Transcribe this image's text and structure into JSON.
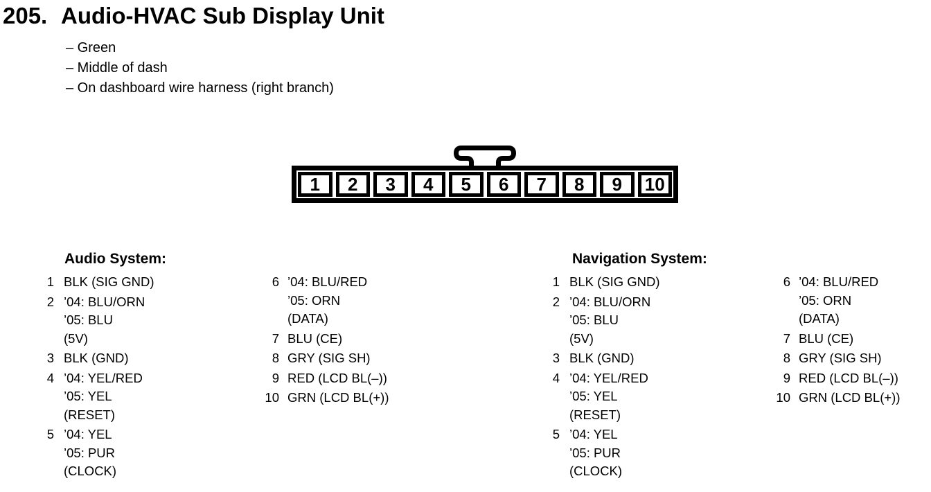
{
  "colors": {
    "background": "#ffffff",
    "text": "#000000",
    "line": "#000000"
  },
  "header": {
    "number": "205.",
    "title": "Audio-HVAC Sub Display Unit",
    "notes": [
      "– Green",
      "– Middle of dash",
      "– On dashboard wire harness (right branch)"
    ]
  },
  "connector": {
    "pins": [
      "1",
      "2",
      "3",
      "4",
      "5",
      "6",
      "7",
      "8",
      "9",
      "10"
    ]
  },
  "audio_system": {
    "title": "Audio System:",
    "columns": [
      [
        {
          "num": "1",
          "lines": [
            "BLK (SIG GND)"
          ]
        },
        {
          "num": "2",
          "lines": [
            "’04: BLU/ORN",
            "’05: BLU",
            "(5V)"
          ]
        },
        {
          "num": "3",
          "lines": [
            "BLK (GND)"
          ]
        },
        {
          "num": "4",
          "lines": [
            "’04: YEL/RED",
            "’05: YEL",
            "(RESET)"
          ]
        },
        {
          "num": "5",
          "lines": [
            "’04: YEL",
            "’05: PUR",
            "(CLOCK)"
          ]
        }
      ],
      [
        {
          "num": "6",
          "lines": [
            "’04: BLU/RED",
            "’05: ORN",
            "(DATA)"
          ]
        },
        {
          "num": "7",
          "lines": [
            "BLU (CE)"
          ]
        },
        {
          "num": "8",
          "lines": [
            "GRY (SIG SH)"
          ]
        },
        {
          "num": "9",
          "lines": [
            "RED (LCD BL(–))"
          ]
        },
        {
          "num": "10",
          "lines": [
            "GRN (LCD BL(+))"
          ]
        }
      ]
    ]
  },
  "navigation_system": {
    "title": "Navigation System:",
    "columns": [
      [
        {
          "num": "1",
          "lines": [
            "BLK (SIG GND)"
          ]
        },
        {
          "num": "2",
          "lines": [
            "’04: BLU/ORN",
            "’05: BLU",
            "(5V)"
          ]
        },
        {
          "num": "3",
          "lines": [
            "BLK (GND)"
          ]
        },
        {
          "num": "4",
          "lines": [
            "’04: YEL/RED",
            "’05: YEL",
            "(RESET)"
          ]
        },
        {
          "num": "5",
          "lines": [
            "’04: YEL",
            "’05: PUR",
            "(CLOCK)"
          ]
        }
      ],
      [
        {
          "num": "6",
          "lines": [
            "’04: BLU/RED",
            "’05: ORN",
            "(DATA)"
          ]
        },
        {
          "num": "7",
          "lines": [
            "BLU (CE)"
          ]
        },
        {
          "num": "8",
          "lines": [
            "GRY (SIG SH)"
          ]
        },
        {
          "num": "9",
          "lines": [
            "RED (LCD BL(–))"
          ]
        },
        {
          "num": "10",
          "lines": [
            "GRN (LCD BL(+))"
          ]
        }
      ]
    ]
  }
}
